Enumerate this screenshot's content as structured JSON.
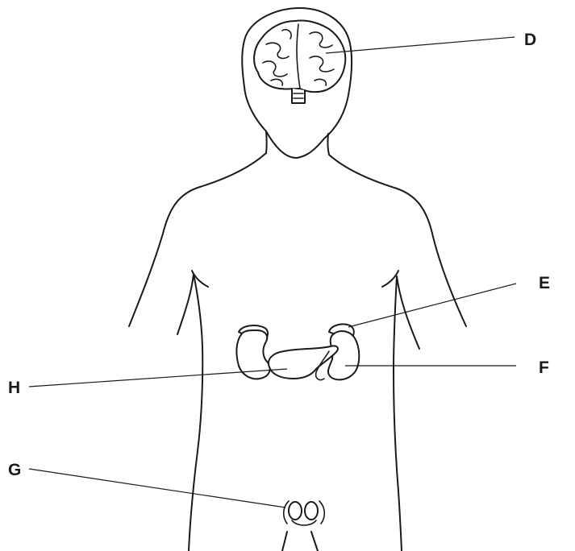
{
  "labels": {
    "d": "D",
    "e": "E",
    "f": "F",
    "g": "G",
    "h": "H"
  }
}
